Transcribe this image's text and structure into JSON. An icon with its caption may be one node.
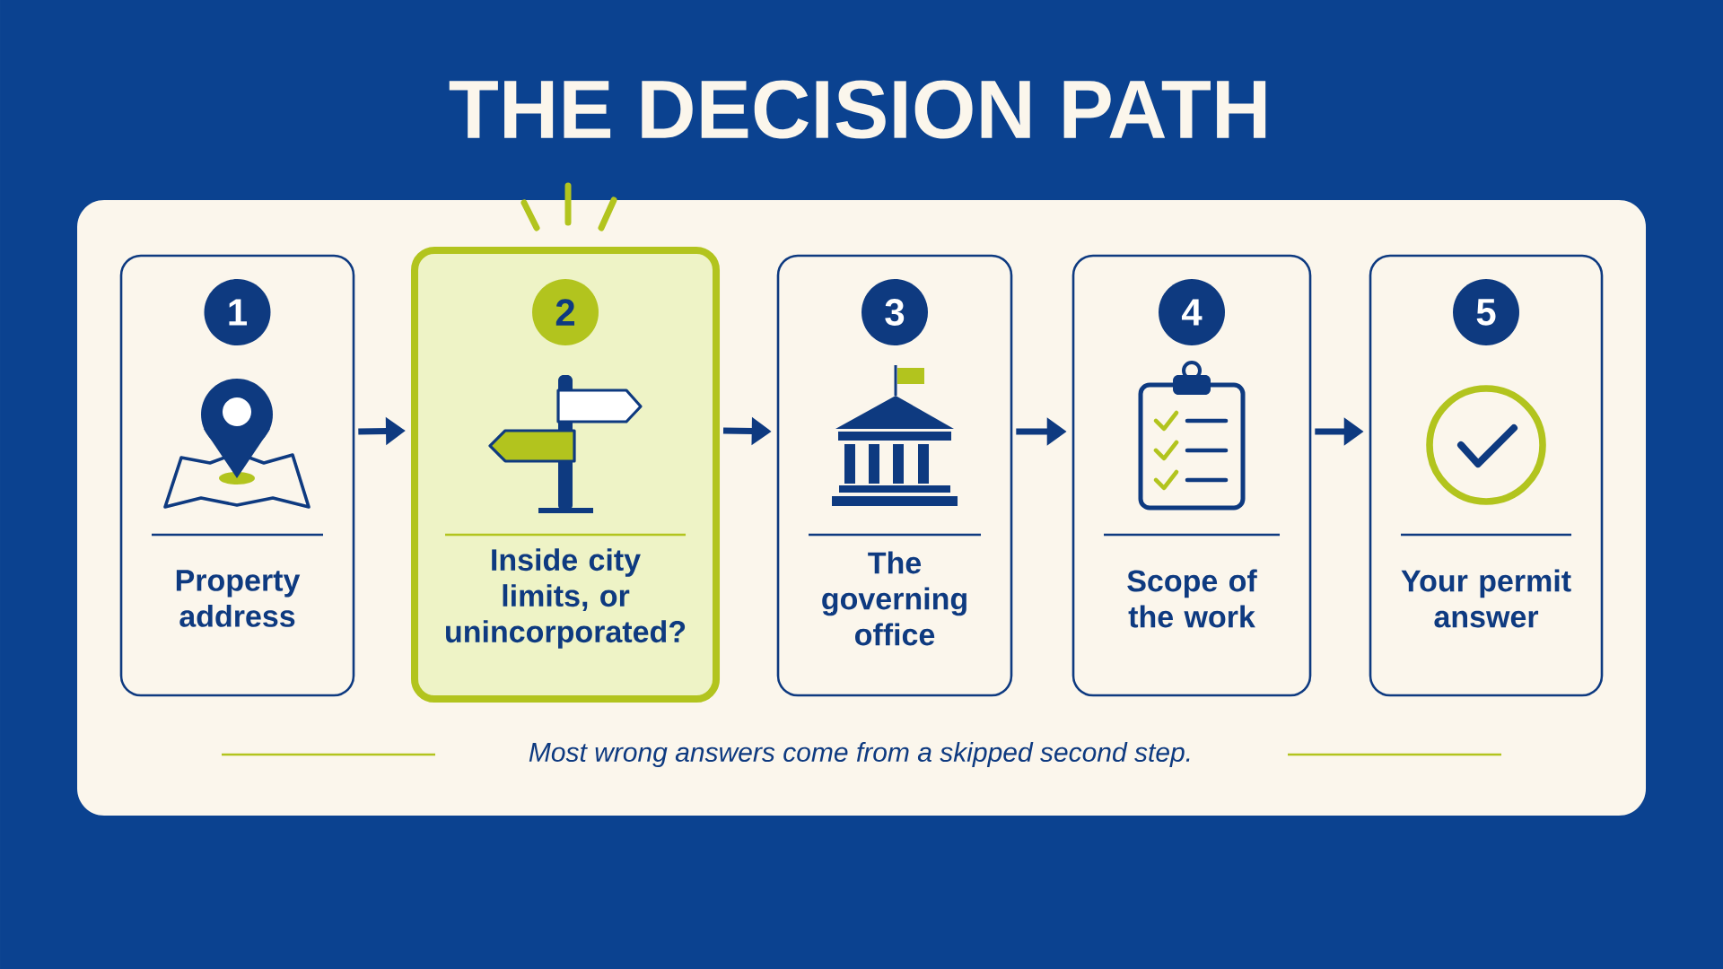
{
  "diagram": {
    "title": "THE DECISION PATH",
    "caption": "Most wrong answers come from a skipped second step.",
    "nodes": [
      {
        "text": [
          "1",
          "Property address"
        ]
      },
      {
        "text": [
          "2",
          "Inside city limits, or unincorporated?"
        ]
      },
      {
        "text": [
          "3",
          "The governing office"
        ]
      },
      {
        "text": [
          "4",
          "Scope of the work"
        ]
      },
      {
        "text": [
          "5",
          "Your permit answer"
        ]
      }
    ],
    "edges": [
      {
        "from": 0,
        "to": 1,
        "arrow": "to"
      },
      {
        "from": 1,
        "to": 2,
        "arrow": "to"
      },
      {
        "from": 2,
        "to": 3,
        "arrow": "to"
      },
      {
        "from": 3,
        "to": 4,
        "arrow": "to"
      }
    ]
  }
}
